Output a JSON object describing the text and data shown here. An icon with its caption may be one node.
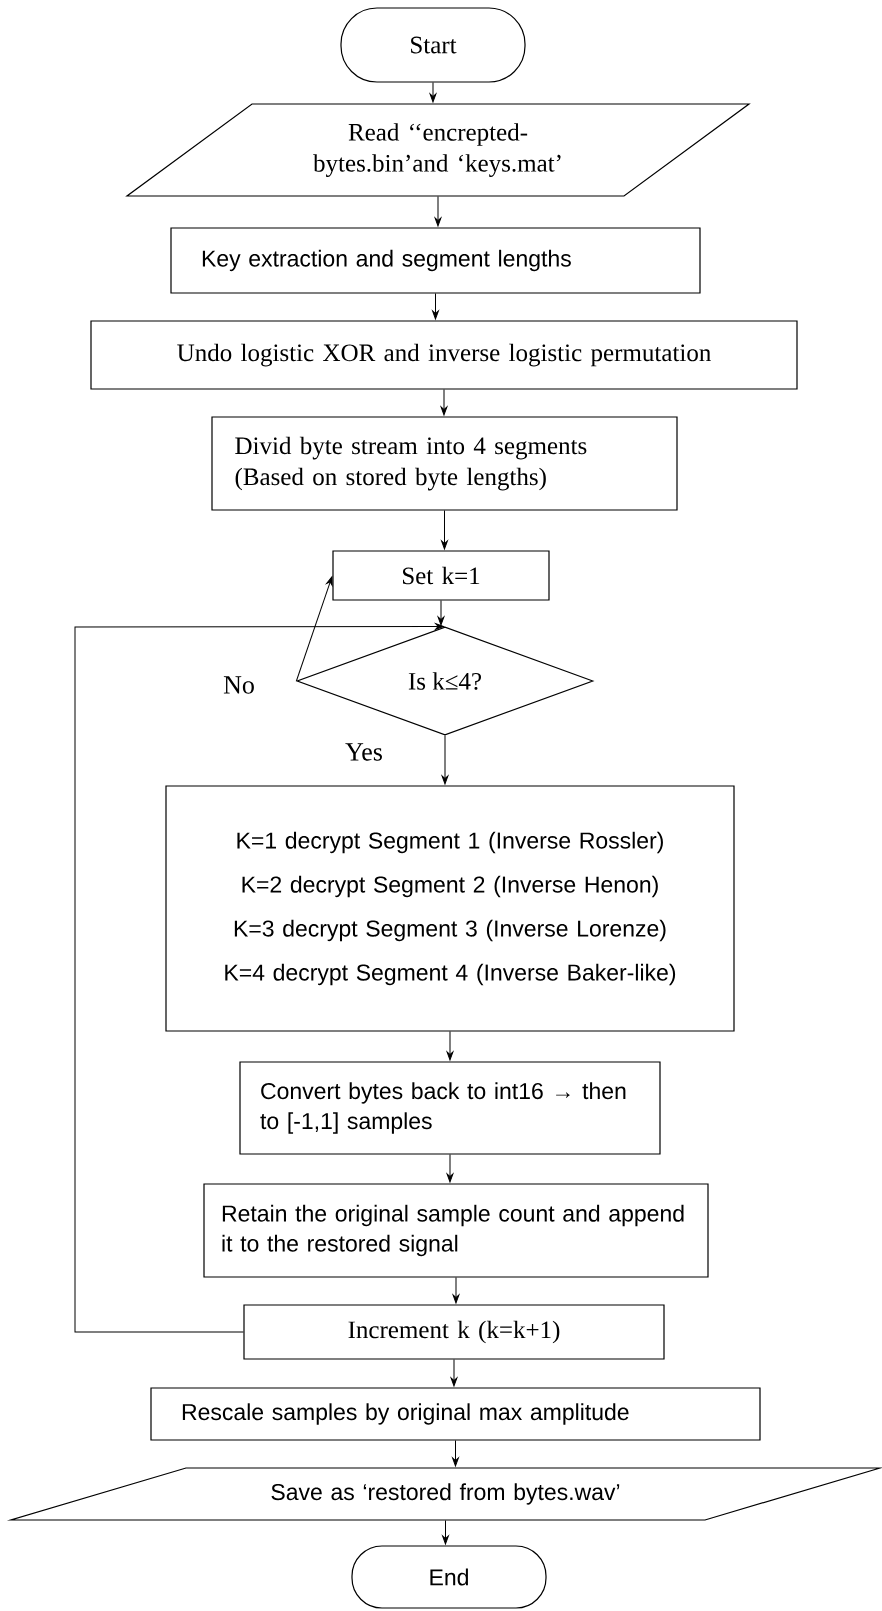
{
  "diagram": {
    "nodes": [
      {
        "text": [
          "Start"
        ]
      },
      {
        "text": [
          "Read ‘‘encrepted- bytes.bin’and ‘keys.mat’"
        ]
      },
      {
        "text": [
          "Key extraction and segment lengths"
        ]
      },
      {
        "text": [
          "Undo logistic XOR and inverse logistic permutation"
        ]
      },
      {
        "text": [
          "Divid byte stream into 4 segments (Based on stored byte lengths)"
        ]
      },
      {
        "text": [
          "Set k=1"
        ]
      },
      {
        "text": [
          "Is k≤4?"
        ]
      },
      {
        "text": [
          "K=1 decrypt Segment 1 (Inverse Rossler)",
          "K=2 decrypt Segment 2 (Inverse Henon)",
          "K=3 decrypt Segment 3 (Inverse Lorenze)",
          "K=4 decrypt Segment 4 (Inverse Baker-like)"
        ]
      },
      {
        "text": [
          "Convert bytes back to int16 → then to [-1,1] samples"
        ]
      },
      {
        "text": [
          "Retain the original sample count and append it to the restored signal"
        ]
      },
      {
        "text": [
          "Increment k (k=k+1)"
        ]
      },
      {
        "text": [
          "Rescale samples by original max amplitude"
        ]
      },
      {
        "text": [
          "Save as ‘restored from bytes.wav’"
        ]
      },
      {
        "text": [
          "End"
        ]
      }
    ],
    "edges": [
      {
        "from": 0,
        "to": 1,
        "arrow": "to"
      },
      {
        "from": 1,
        "to": 2,
        "arrow": "to"
      },
      {
        "from": 2,
        "to": 3,
        "arrow": "to"
      },
      {
        "from": 3,
        "to": 4,
        "arrow": "to"
      },
      {
        "from": 4,
        "to": 5,
        "arrow": "to"
      },
      {
        "from": 5,
        "to": 6,
        "arrow": "to"
      },
      {
        "from": 6,
        "to": 7,
        "arrow": "to",
        "label": "Yes"
      },
      {
        "from": 6,
        "to": 5,
        "arrow": "to",
        "label": "No"
      },
      {
        "from": 7,
        "to": 8,
        "arrow": "to"
      },
      {
        "from": 8,
        "to": 9,
        "arrow": "to"
      },
      {
        "from": 9,
        "to": 10,
        "arrow": "to"
      },
      {
        "from": 10,
        "to": 6,
        "arrow": "to"
      },
      {
        "from": 10,
        "to": 11,
        "arrow": "to"
      },
      {
        "from": 11,
        "to": 12,
        "arrow": "to"
      },
      {
        "from": 12,
        "to": 13,
        "arrow": "to"
      }
    ]
  }
}
